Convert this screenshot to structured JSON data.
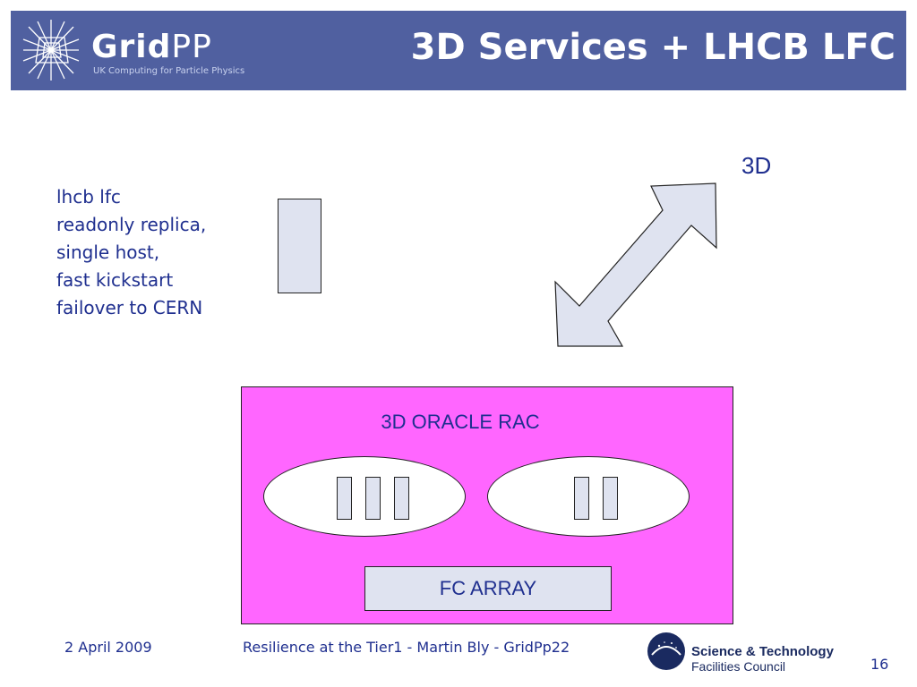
{
  "header": {
    "logo": {
      "name_part1": "Grid",
      "name_part2": "PP",
      "tagline": "UK Computing for Particle Physics",
      "background_color": "#5060a0"
    },
    "title": "3D Services + LHCB LFC"
  },
  "diagram": {
    "note_lines": [
      "lhcb lfc",
      "readonly replica,",
      "single host,",
      "fast kickstart",
      "failover to CERN"
    ],
    "label_3d": "3D",
    "rac": {
      "title": "3D ORACLE RAC",
      "fill_color": "#ff66ff",
      "left_node_servers": 3,
      "right_node_servers": 2,
      "storage_label": "FC ARRAY"
    }
  },
  "footer": {
    "date": "2 April 2009",
    "center_text": "Resilience at the Tier1 - Martin Bly - GridPp22",
    "org_line1": "Science & Technology",
    "org_line2": "Facilities Council",
    "page_number": "16"
  }
}
